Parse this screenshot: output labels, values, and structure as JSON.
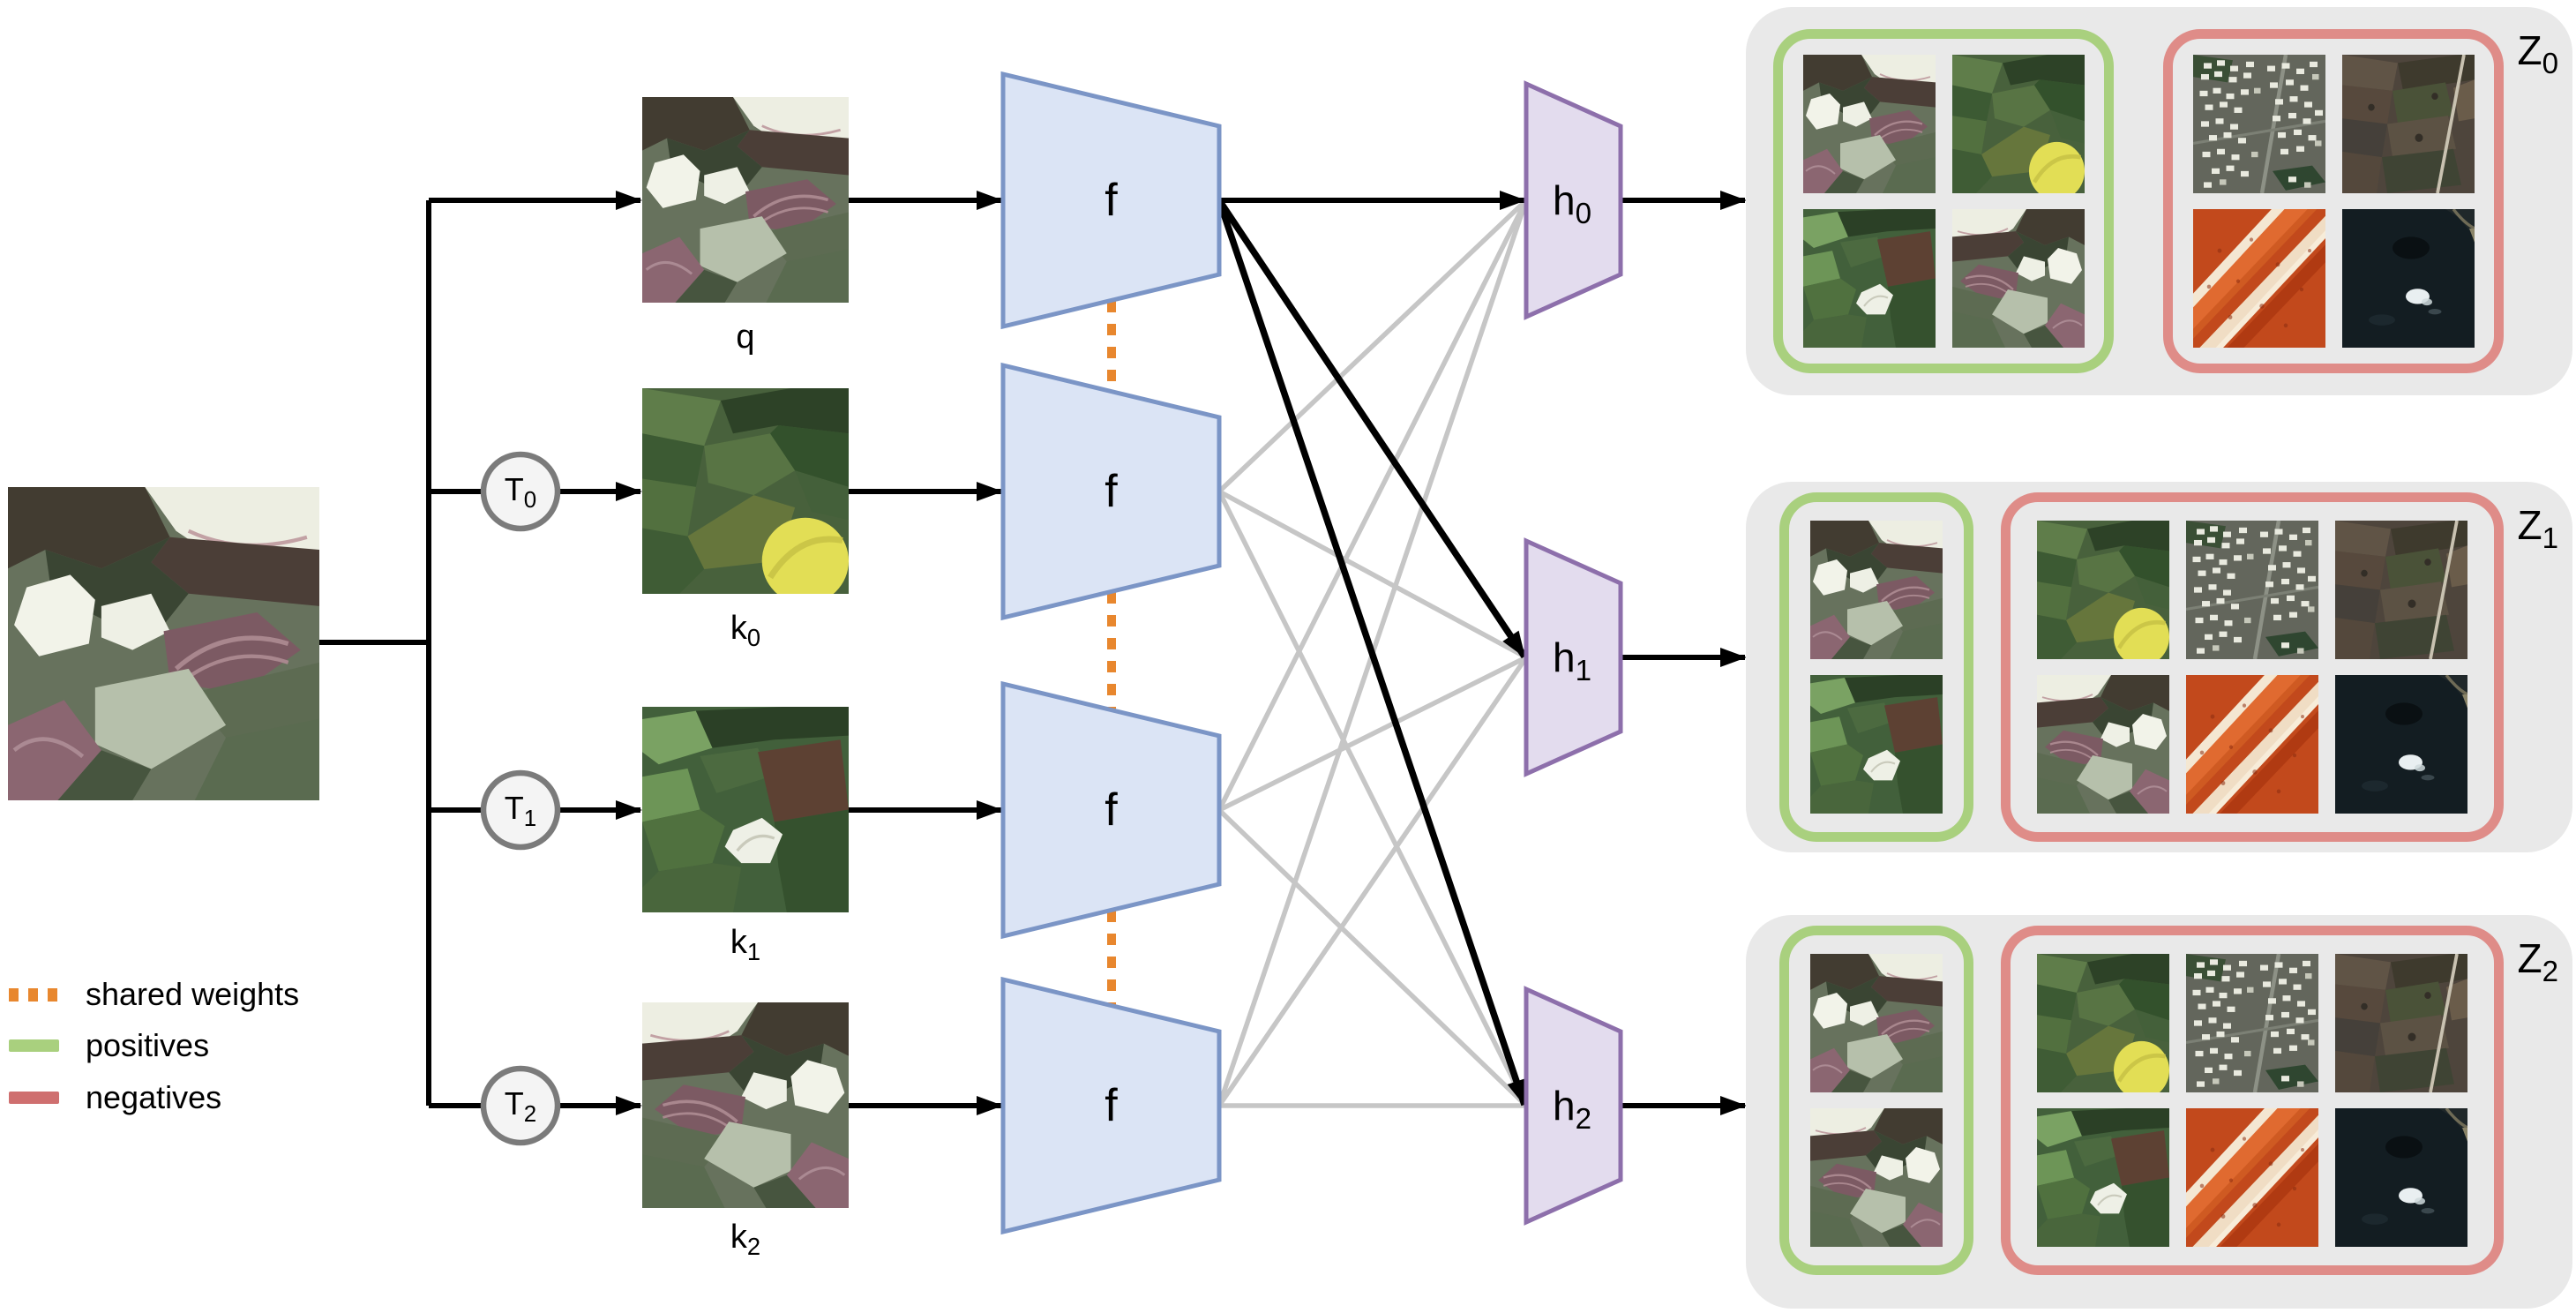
{
  "input_image": {
    "id": "input-satellite-image",
    "tile": "q"
  },
  "views": [
    {
      "id": "q",
      "tile": "q",
      "label": "q",
      "sub": ""
    },
    {
      "id": "k0",
      "tile": "k0",
      "label": "k",
      "sub": "0"
    },
    {
      "id": "k1",
      "tile": "k1",
      "label": "k",
      "sub": "1"
    },
    {
      "id": "k2",
      "tile": "k2",
      "label": "k",
      "sub": "2"
    }
  ],
  "transforms": [
    {
      "label": "T",
      "sub": "0"
    },
    {
      "label": "T",
      "sub": "1"
    },
    {
      "label": "T",
      "sub": "2"
    }
  ],
  "encoders": [
    {
      "label": "f"
    },
    {
      "label": "f"
    },
    {
      "label": "f"
    },
    {
      "label": "f"
    }
  ],
  "heads": [
    {
      "label": "h",
      "sub": "0"
    },
    {
      "label": "h",
      "sub": "1"
    },
    {
      "label": "h",
      "sub": "2"
    }
  ],
  "outputs": [
    {
      "label": "Z",
      "sub": "0",
      "positives": [
        "q",
        "k0",
        "k1",
        "k2"
      ],
      "negatives": [
        "urban",
        "farm",
        "red",
        "ocean"
      ]
    },
    {
      "label": "Z",
      "sub": "1",
      "positives": [
        "q",
        "k1"
      ],
      "negatives": [
        "k0",
        "urban",
        "farm",
        "k2",
        "red",
        "ocean"
      ]
    },
    {
      "label": "Z",
      "sub": "2",
      "positives": [
        "q",
        "k2"
      ],
      "negatives": [
        "k0",
        "urban",
        "farm",
        "k1",
        "red",
        "ocean"
      ]
    }
  ],
  "legend": [
    {
      "id": "shared-weights",
      "label": "shared weights",
      "style": "dashed",
      "color": "#e8872e"
    },
    {
      "id": "positives",
      "label": "positives",
      "style": "solid",
      "color": "#a9d07e"
    },
    {
      "id": "negatives",
      "label": "negatives",
      "style": "solid",
      "color": "#cf6f6f"
    }
  ],
  "colors": {
    "encoder_fill": "#dbe4f5",
    "encoder_stroke": "#7b95c6",
    "head_fill": "#e3dcee",
    "head_stroke": "#8d6fab",
    "panel_bg": "#e9e9e9",
    "positives_border": "#a9d07e",
    "negatives_border": "#df8c88",
    "shared_weights": "#e8872e",
    "line_gray": "#c6c6c6",
    "line_black": "#000000"
  }
}
